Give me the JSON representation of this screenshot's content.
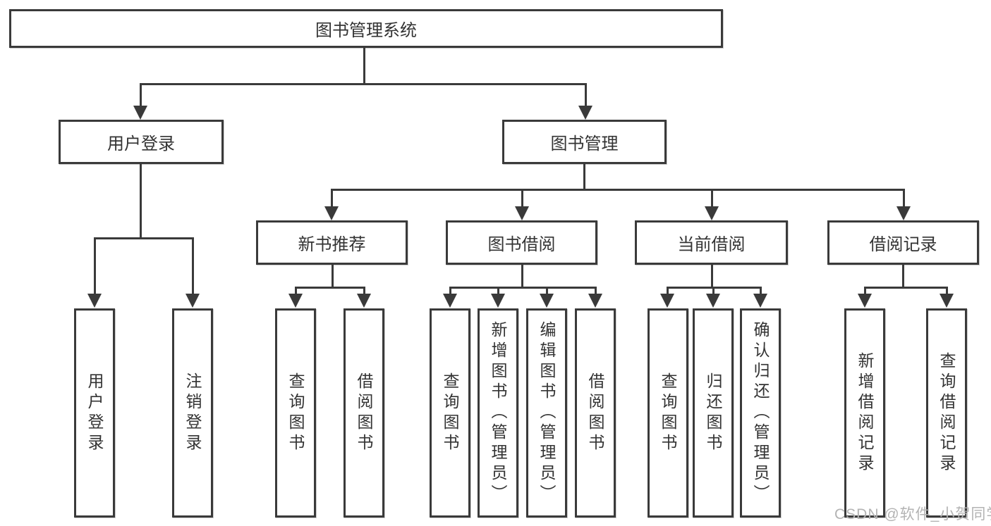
{
  "diagram": {
    "root": "图书管理系统",
    "branches": {
      "user_login": "用户登录",
      "book_mgmt": "图书管理"
    },
    "modules": {
      "new_book_rec": "新书推荐",
      "book_borrow": "图书借阅",
      "current_borrow": "当前借阅",
      "borrow_records": "借阅记录"
    },
    "leaves": {
      "login_user_login": "用户登录",
      "login_logout": "注销登录",
      "rec_query_books": "查询图书",
      "rec_borrow_books": "借阅图书",
      "bb_query_books": "查询图书",
      "bb_add_books": "新增图书（管理员）",
      "bb_edit_books": "编辑图书（管理员）",
      "bb_borrow_books": "借阅图书",
      "cur_query_books": "查询图书",
      "cur_return_books": "归还图书",
      "cur_confirm_return": "确认归还（管理员）",
      "br_add_record": "新增借阅记录",
      "br_query_record": "查询借阅记录"
    }
  },
  "watermark": "CSDN @软件_小贺同学",
  "colors": {
    "line": "#3a3a3a",
    "text": "#333333",
    "watermark": "#b3b3b3",
    "background": "#ffffff"
  }
}
